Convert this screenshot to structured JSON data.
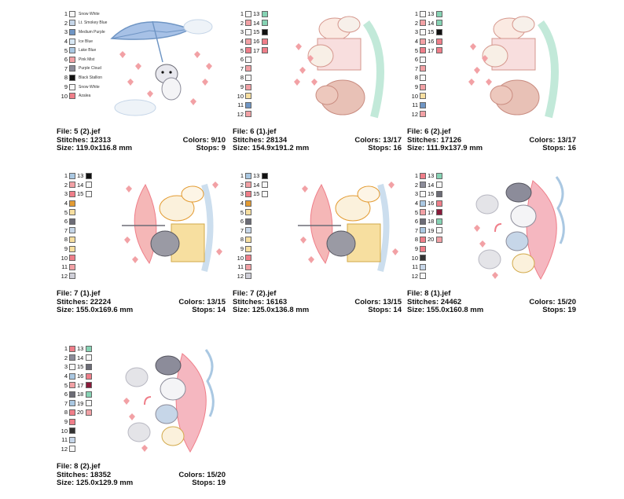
{
  "palette": {
    "snow_white": "#f8f8f8",
    "smokey_blue": "#c6d6e8",
    "medium_purple": "#6f95c4",
    "ice_blue": "#d8e8f4",
    "lake_blue": "#aac8e2",
    "pink_mist": "#f2a1a5",
    "purple_cloud": "#8c8c9a",
    "black_stallion": "#111111",
    "azalea": "#ef7e89",
    "mint": "#86d3b4",
    "orange": "#e39b32",
    "yellow": "#f7dfa0",
    "grey": "#6c6c76",
    "red": "#e36a76",
    "maroon": "#8a1a3a",
    "light_grey": "#cfcfd8",
    "dark": "#333333"
  },
  "cards": [
    {
      "file": "File: 5 (2).jef",
      "stitches": "Stitches: 12313",
      "colors": "Colors: 9/10",
      "size": "Size: 119.0x116.8 mm",
      "stops": "Stops: 9",
      "swatches": [
        {
          "n": "1",
          "c": "#f8f8f8",
          "name": "Snow White"
        },
        {
          "n": "2",
          "c": "#c6d6e8",
          "name": "Lt. Smokey Blue"
        },
        {
          "n": "3",
          "c": "#6f95c4",
          "name": "Medium Purple"
        },
        {
          "n": "4",
          "c": "#d8e8f4",
          "name": "Ice Blue"
        },
        {
          "n": "5",
          "c": "#aac8e2",
          "name": "Lake Blue"
        },
        {
          "n": "6",
          "c": "#f2a1a5",
          "name": "Pink Mist"
        },
        {
          "n": "7",
          "c": "#8c8c9a",
          "name": "Purple Cloud"
        },
        {
          "n": "8",
          "c": "#111111",
          "name": "Black Stallion"
        },
        {
          "n": "9",
          "c": "#f8f8f8",
          "name": "Snow White"
        },
        {
          "n": "10",
          "c": "#ef7e89",
          "name": "Azalea"
        }
      ]
    },
    {
      "file": "File: 6 (1).jef",
      "stitches": "Stitches: 28134",
      "colors": "Colors: 13/17",
      "size": "Size: 154.9x191.2 mm",
      "stops": "Stops: 16",
      "swatches": [
        {
          "n": "1",
          "c": "#f8f8f8",
          "n2": "13",
          "c2": "#86d3b4"
        },
        {
          "n": "2",
          "c": "#f2a1a5",
          "n2": "14",
          "c2": "#86d3b4"
        },
        {
          "n": "3",
          "c": "#f8f8f8",
          "n2": "15",
          "c2": "#111111"
        },
        {
          "n": "4",
          "c": "#f2a1a5",
          "n2": "16",
          "c2": "#ef7e89"
        },
        {
          "n": "5",
          "c": "#ef7e89",
          "n2": "17",
          "c2": "#ef7e89"
        },
        {
          "n": "6",
          "c": "#f8f8f8"
        },
        {
          "n": "7",
          "c": "#f2a1a5"
        },
        {
          "n": "8",
          "c": "#f8f8f8"
        },
        {
          "n": "9",
          "c": "#f2a1a5"
        },
        {
          "n": "10",
          "c": "#f7dfa0"
        },
        {
          "n": "11",
          "c": "#6f95c4"
        },
        {
          "n": "12",
          "c": "#f2a1a5"
        }
      ]
    },
    {
      "file": "File: 6 (2).jef",
      "stitches": "Stitches: 17126",
      "colors": "Colors: 13/17",
      "size": "Size: 111.9x137.9 mm",
      "stops": "Stops: 16",
      "swatches": [
        {
          "n": "1",
          "c": "#f8f8f8",
          "n2": "13",
          "c2": "#86d3b4"
        },
        {
          "n": "2",
          "c": "#f2a1a5",
          "n2": "14",
          "c2": "#86d3b4"
        },
        {
          "n": "3",
          "c": "#f8f8f8",
          "n2": "15",
          "c2": "#111111"
        },
        {
          "n": "4",
          "c": "#f2a1a5",
          "n2": "16",
          "c2": "#ef7e89"
        },
        {
          "n": "5",
          "c": "#ef7e89",
          "n2": "17",
          "c2": "#ef7e89"
        },
        {
          "n": "6",
          "c": "#f8f8f8"
        },
        {
          "n": "7",
          "c": "#f2a1a5"
        },
        {
          "n": "8",
          "c": "#f8f8f8"
        },
        {
          "n": "9",
          "c": "#f2a1a5"
        },
        {
          "n": "10",
          "c": "#f7dfa0"
        },
        {
          "n": "11",
          "c": "#6f95c4"
        },
        {
          "n": "12",
          "c": "#f2a1a5"
        }
      ]
    },
    {
      "file": "File: 7 (1).jef",
      "stitches": "Stitches: 22224",
      "colors": "Colors: 13/15",
      "size": "Size: 155.0x169.6 mm",
      "stops": "Stops: 14",
      "swatches": [
        {
          "n": "1",
          "c": "#aac8e2",
          "n2": "13",
          "c2": "#111111"
        },
        {
          "n": "2",
          "c": "#f2a1a5",
          "n2": "14",
          "c2": "#f8f8f8"
        },
        {
          "n": "3",
          "c": "#ef7e89",
          "n2": "15",
          "c2": "#f8f8f8"
        },
        {
          "n": "4",
          "c": "#e39b32"
        },
        {
          "n": "5",
          "c": "#f7dfa0"
        },
        {
          "n": "6",
          "c": "#6c6c76"
        },
        {
          "n": "7",
          "c": "#c6d6e8"
        },
        {
          "n": "8",
          "c": "#f7dfa0"
        },
        {
          "n": "9",
          "c": "#f7dfa0"
        },
        {
          "n": "10",
          "c": "#ef7e89"
        },
        {
          "n": "11",
          "c": "#f2a1a5"
        },
        {
          "n": "12",
          "c": "#cfcfd8"
        }
      ]
    },
    {
      "file": "File: 7 (2).jef",
      "stitches": "Stitches: 16163",
      "colors": "Colors: 13/15",
      "size": "Size: 125.0x136.8 mm",
      "stops": "Stops: 14",
      "swatches": [
        {
          "n": "1",
          "c": "#aac8e2",
          "n2": "13",
          "c2": "#111111"
        },
        {
          "n": "2",
          "c": "#f2a1a5",
          "n2": "14",
          "c2": "#f8f8f8"
        },
        {
          "n": "3",
          "c": "#ef7e89",
          "n2": "15",
          "c2": "#f8f8f8"
        },
        {
          "n": "4",
          "c": "#e39b32"
        },
        {
          "n": "5",
          "c": "#f7dfa0"
        },
        {
          "n": "6",
          "c": "#6c6c76"
        },
        {
          "n": "7",
          "c": "#c6d6e8"
        },
        {
          "n": "8",
          "c": "#f7dfa0"
        },
        {
          "n": "9",
          "c": "#f7dfa0"
        },
        {
          "n": "10",
          "c": "#ef7e89"
        },
        {
          "n": "11",
          "c": "#f2a1a5"
        },
        {
          "n": "12",
          "c": "#cfcfd8"
        }
      ]
    },
    {
      "file": "File: 8 (1).jef",
      "stitches": "Stitches: 24462",
      "colors": "Colors: 15/20",
      "size": "Size: 155.0x160.8 mm",
      "stops": "Stops: 19",
      "swatches": [
        {
          "n": "1",
          "c": "#ef7e89",
          "n2": "13",
          "c2": "#86d3b4"
        },
        {
          "n": "2",
          "c": "#8c8c9a",
          "n2": "14",
          "c2": "#f8f8f8"
        },
        {
          "n": "3",
          "c": "#f8f8f8",
          "n2": "15",
          "c2": "#6c6c76"
        },
        {
          "n": "4",
          "c": "#aac8e2",
          "n2": "16",
          "c2": "#ef7e89"
        },
        {
          "n": "5",
          "c": "#f2a1a5",
          "n2": "17",
          "c2": "#8a1a3a"
        },
        {
          "n": "6",
          "c": "#6c6c76",
          "n2": "18",
          "c2": "#86d3b4"
        },
        {
          "n": "7",
          "c": "#aac8e2",
          "n2": "19",
          "c2": "#f8f8f8"
        },
        {
          "n": "8",
          "c": "#ef7e89",
          "n2": "20",
          "c2": "#f2a1a5"
        },
        {
          "n": "9",
          "c": "#ef7e89"
        },
        {
          "n": "10",
          "c": "#333333"
        },
        {
          "n": "11",
          "c": "#c6d6e8"
        },
        {
          "n": "12",
          "c": "#f8f8f8"
        }
      ]
    },
    {
      "file": "File: 8 (2).jef",
      "stitches": "Stitches: 18352",
      "colors": "Colors: 15/20",
      "size": "Size: 125.0x129.9 mm",
      "stops": "Stops: 19",
      "swatches": [
        {
          "n": "1",
          "c": "#ef7e89",
          "n2": "13",
          "c2": "#86d3b4"
        },
        {
          "n": "2",
          "c": "#8c8c9a",
          "n2": "14",
          "c2": "#f8f8f8"
        },
        {
          "n": "3",
          "c": "#f8f8f8",
          "n2": "15",
          "c2": "#6c6c76"
        },
        {
          "n": "4",
          "c": "#aac8e2",
          "n2": "16",
          "c2": "#ef7e89"
        },
        {
          "n": "5",
          "c": "#f2a1a5",
          "n2": "17",
          "c2": "#8a1a3a"
        },
        {
          "n": "6",
          "c": "#6c6c76",
          "n2": "18",
          "c2": "#86d3b4"
        },
        {
          "n": "7",
          "c": "#aac8e2",
          "n2": "19",
          "c2": "#f8f8f8"
        },
        {
          "n": "8",
          "c": "#ef7e89",
          "n2": "20",
          "c2": "#f2a1a5"
        },
        {
          "n": "9",
          "c": "#ef7e89"
        },
        {
          "n": "10",
          "c": "#333333"
        },
        {
          "n": "11",
          "c": "#c6d6e8"
        },
        {
          "n": "12",
          "c": "#f8f8f8"
        }
      ]
    }
  ]
}
